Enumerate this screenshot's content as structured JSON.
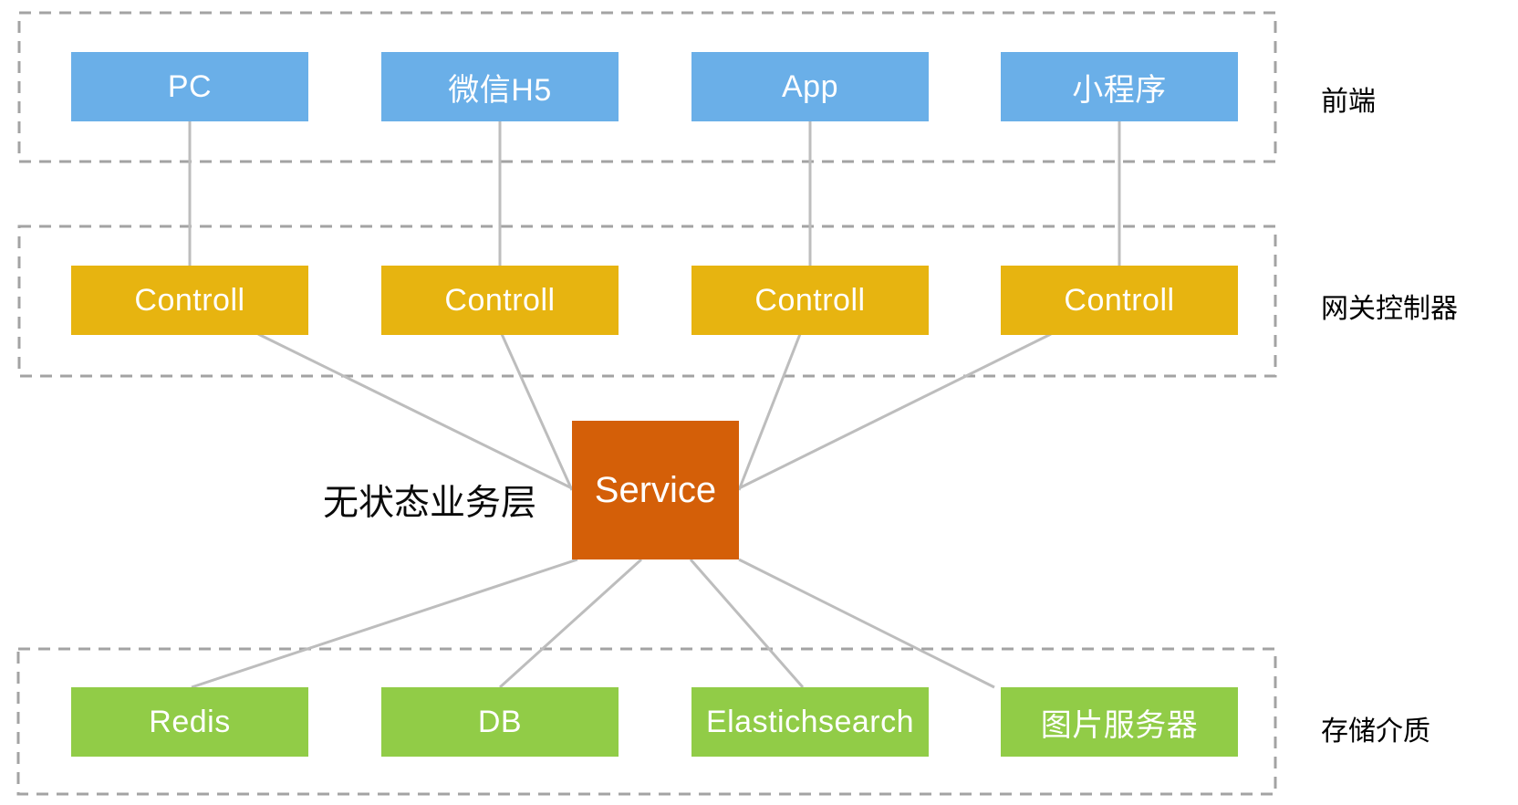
{
  "diagram": {
    "title": "layered-service-architecture",
    "rows": [
      {
        "label": "前端",
        "items": [
          "PC",
          "微信H5",
          "App",
          "小程序"
        ],
        "box_color": "#6aafe8"
      },
      {
        "label": "网关控制器",
        "items": [
          "Controll",
          "Controll",
          "Controll",
          "Controll"
        ],
        "box_color": "#e7b410"
      },
      {
        "label": "存储介质",
        "items": [
          "Redis",
          "DB",
          "Elastichsearch",
          "图片服务器"
        ],
        "box_color": "#91cc47"
      }
    ],
    "service": {
      "label": "Service",
      "box_color": "#d45f08"
    },
    "annotation": {
      "label": "无状态业务层"
    },
    "colors": {
      "connector_line": "#bdbdbd",
      "dashed_border": "#a3a3a3",
      "box_text": "#ffffff",
      "label_text": "#000000",
      "background": "#ffffff"
    }
  }
}
